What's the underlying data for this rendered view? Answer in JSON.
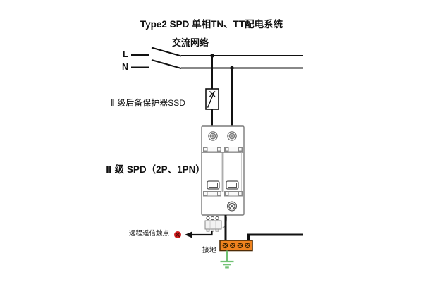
{
  "title": "Type2 SPD 单相TN、TT配电系统",
  "ac_line": {
    "network_label": "交流网络",
    "live_label": "L",
    "neutral_label": "N"
  },
  "backup_protector": {
    "label": "Ⅱ 级后备保护器SSD"
  },
  "spd": {
    "label": "Ⅱ 级 SPD（2P、1PN）"
  },
  "remote_contact": {
    "label": "远程遥信触点"
  },
  "grounding": {
    "label": "接地"
  },
  "colors": {
    "wire": "#111111",
    "device_stroke": "#7a7a7a",
    "terminal_block_fill": "#f0831f",
    "terminal_block_border": "#4f2c06",
    "terminal_screw": "#3a2202",
    "ground_green": "#71c274",
    "contact_red": "#d21c1c"
  }
}
